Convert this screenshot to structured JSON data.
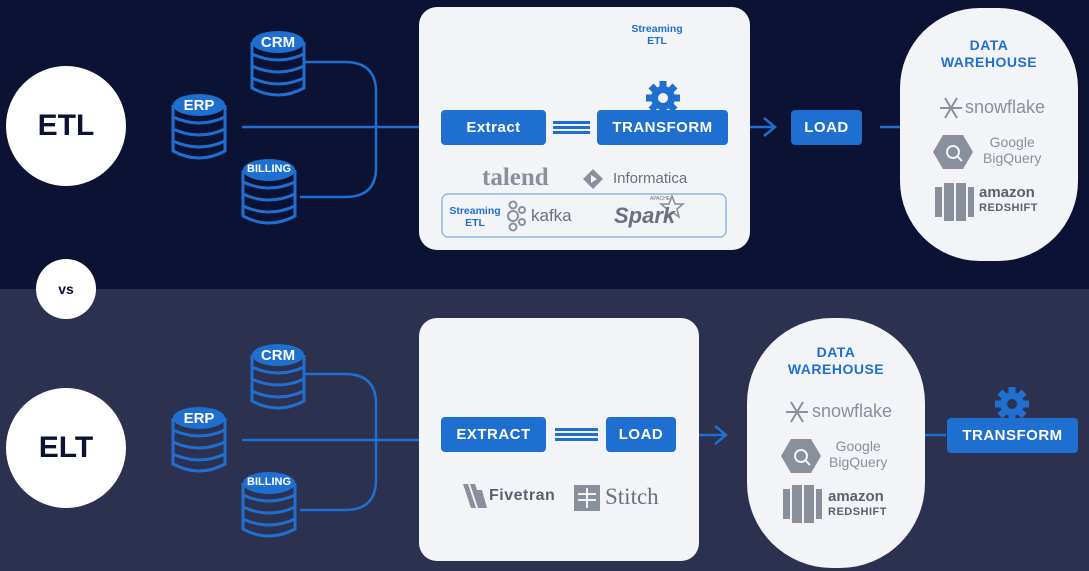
{
  "etl": {
    "label": "ETL",
    "sources": [
      "CRM",
      "ERP",
      "BILLING"
    ],
    "streaming_title": "Streaming\nETL",
    "extract": "Extract",
    "transform": "TRANSFORM",
    "load": "LOAD",
    "tools": {
      "talend": "talend",
      "informatica": "Informatica",
      "streaming": "Streaming\nETL",
      "kafka": "kafka",
      "spark": "Spark",
      "spark_apache": "APACHE"
    },
    "warehouse": {
      "title": "DATA\nWAREHOUSE",
      "snowflake": "snowflake",
      "bigquery": "Google\nBigQuery",
      "amazon": "amazon",
      "redshift": "REDSHIFT"
    }
  },
  "vs_label": "vs",
  "elt": {
    "label": "ELT",
    "sources": [
      "CRM",
      "ERP",
      "BILLING"
    ],
    "extract": "EXTRACT",
    "load": "LOAD",
    "transform": "TRANSFORM",
    "tools": {
      "fivetran": "Fivetran",
      "stitch": "Stitch"
    },
    "warehouse": {
      "title": "DATA\nWAREHOUSE",
      "snowflake": "snowflake",
      "bigquery": "Google\nBigQuery",
      "amazon": "amazon",
      "redshift": "REDSHIFT"
    }
  },
  "colors": {
    "top_bg": "#0b1233",
    "bottom_bg": "#2c3150",
    "accent": "#1f6fd1",
    "panel": "#f3f4f8",
    "logo_gray": "#8a8f9c"
  }
}
